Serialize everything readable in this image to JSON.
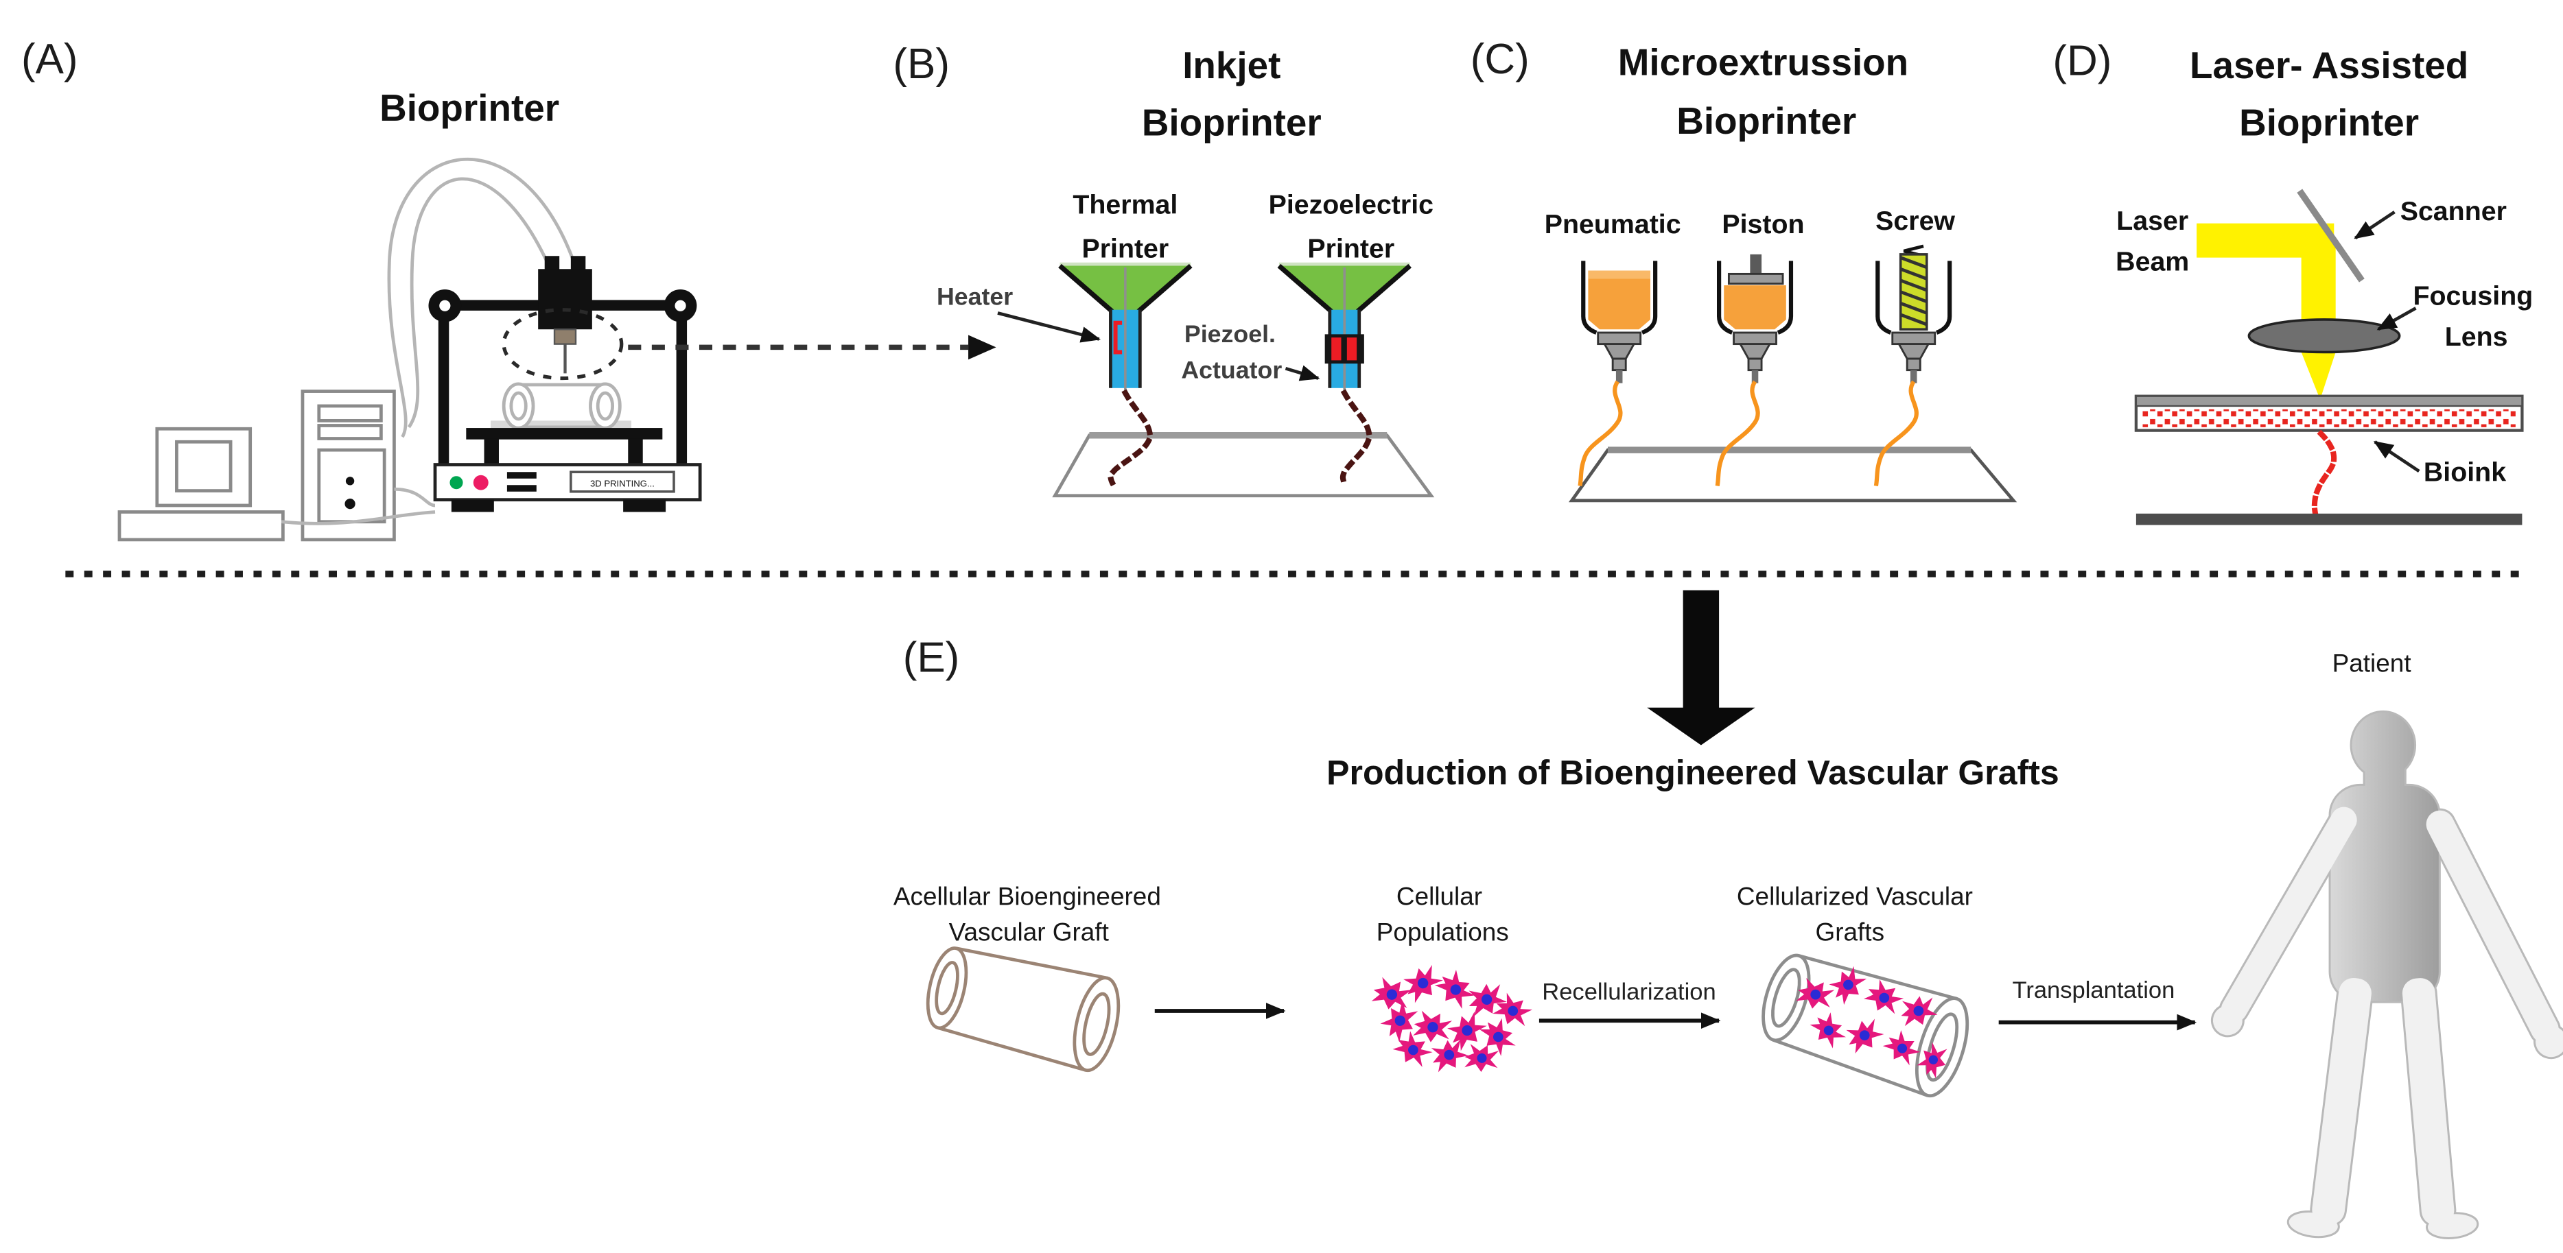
{
  "panel_a": {
    "tag": "(A)",
    "title": "Bioprinter",
    "front_label": "3D PRINTING..."
  },
  "panel_b": {
    "tag": "(B)",
    "title_line1": "Inkjet",
    "title_line2": "Bioprinter",
    "thermal_line1": "Thermal",
    "thermal_line2": "Printer",
    "piezo_line1": "Piezoelectric",
    "piezo_line2": "Printer",
    "heater": "Heater",
    "actuator_line1": "Piezoel.",
    "actuator_line2": "Actuator"
  },
  "panel_c": {
    "tag": "(C)",
    "title_line1": "Microextrussion",
    "title_line2": "Bioprinter",
    "pneumatic": "Pneumatic",
    "piston": "Piston",
    "screw": "Screw"
  },
  "panel_d": {
    "tag": "(D)",
    "title_line1": "Laser- Assisted",
    "title_line2": "Bioprinter",
    "laser_line1": "Laser",
    "laser_line2": "Beam",
    "scanner": "Scanner",
    "focusing_line1": "Focusing",
    "focusing_line2": "Lens",
    "bioink": "Bioink"
  },
  "panel_e": {
    "tag": "(E)",
    "title": "Production of Bioengineered Vascular Grafts",
    "acellular_line1": "Acellular Bioengineered",
    "acellular_line2": "Vascular Graft",
    "cellular_line1": "Cellular",
    "cellular_line2": "Populations",
    "recellularization": "Recellularization",
    "cellularized_line1": "Cellularized Vascular",
    "cellularized_line2": "Grafts",
    "transplantation": "Transplantation",
    "patient": "Patient"
  },
  "colors": {
    "funnel_green": "#76c043",
    "ink_blue": "#29abe2",
    "heater_red": "#ed1c24",
    "droplet_maroon": "#4a1412",
    "bioink_orange": "#f6a13b",
    "orange_light": "#f9b968",
    "filament_orange": "#f7941d",
    "auger_yellow": "#cddc29",
    "laser_yellow": "#fff200",
    "bioink_red": "#e8251f",
    "cell_magenta": "#e5187d",
    "nucleus_blue": "#2b2bd5",
    "led_green": "#00a651",
    "led_pink": "#ed1c64"
  }
}
